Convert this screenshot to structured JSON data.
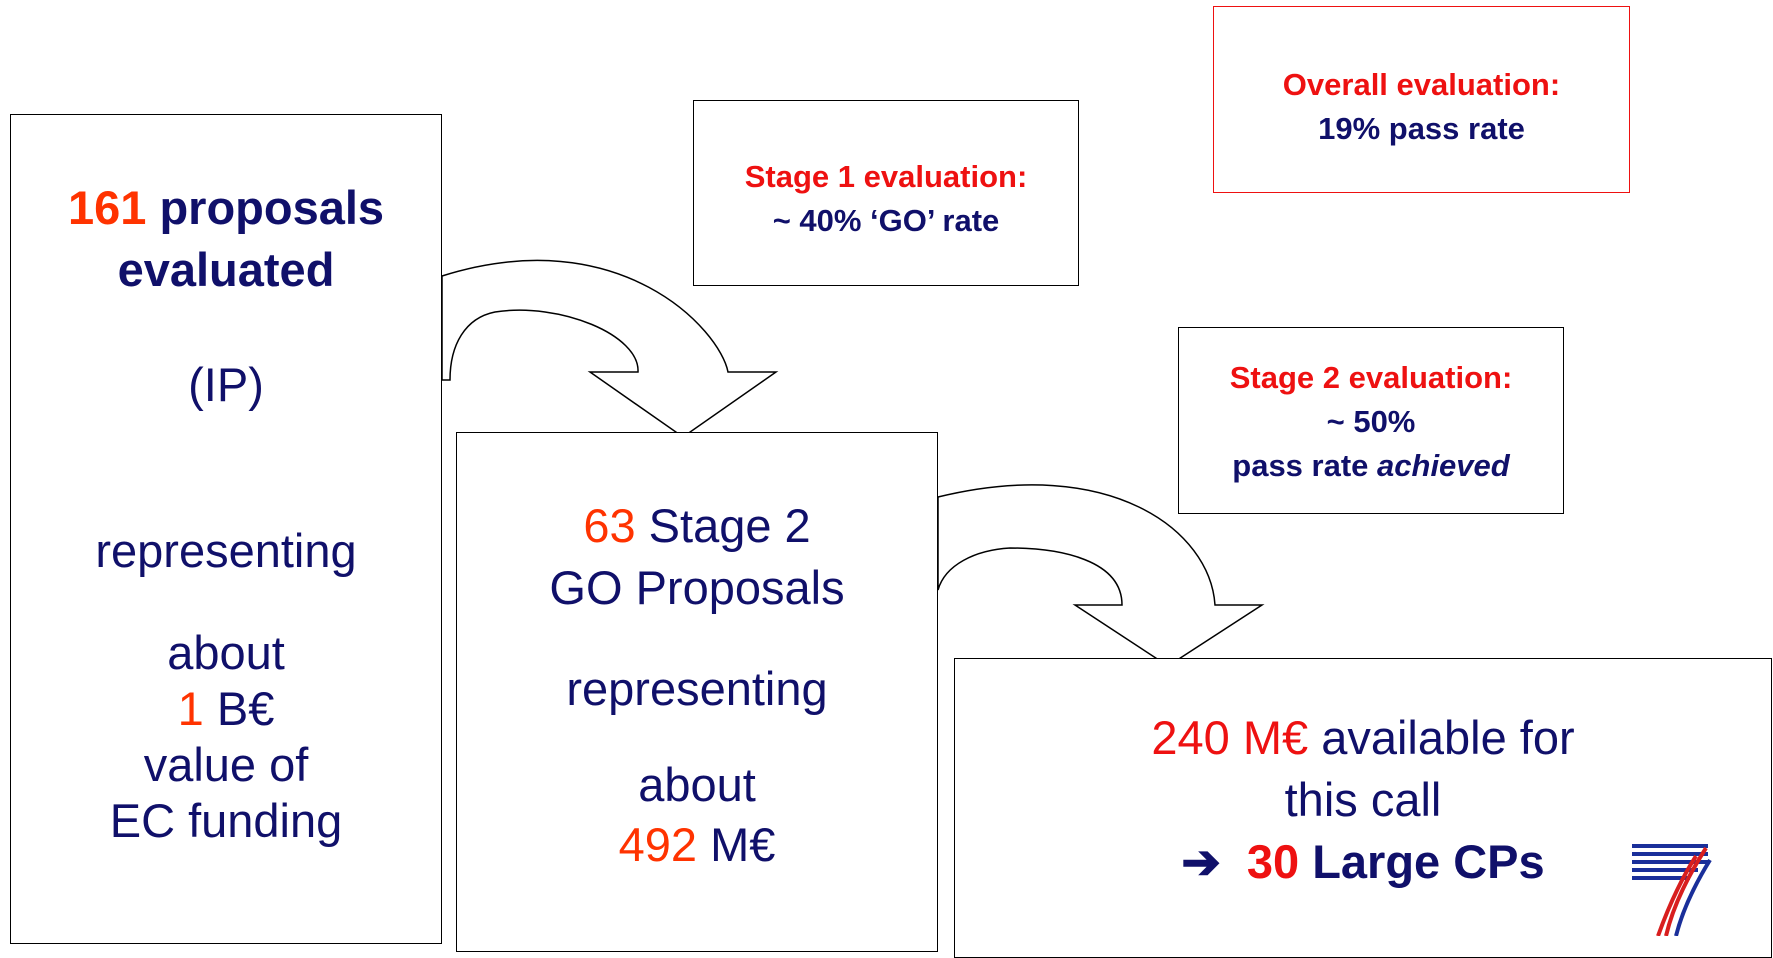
{
  "box1": {
    "count": "161",
    "count_suffix": "proposals",
    "line2": "evaluated",
    "type": "(IP)",
    "representing": "representing",
    "about": "about",
    "amount": "1",
    "amount_unit": "B€",
    "value_of": "value of",
    "ec_funding": "EC funding"
  },
  "box2": {
    "count": "63",
    "count_suffix": "Stage 2",
    "line2": "GO Proposals",
    "representing": "representing",
    "about": "about",
    "amount": "492",
    "amount_unit": "M€"
  },
  "box3": {
    "amount": "240 M€",
    "amount_suffix": "available for",
    "line2": "this call",
    "arrow": "➔",
    "count": "30",
    "count_suffix": "Large CPs"
  },
  "stage1_note": {
    "title": "Stage 1 evaluation:",
    "rate": "~ 40% ‘GO’ rate"
  },
  "overall_note": {
    "title": "Overall evaluation:",
    "rate": "19% pass rate"
  },
  "stage2_note": {
    "title": "Stage 2 evaluation:",
    "rate": "~ 50%",
    "line3_prefix": "pass rate",
    "line3_em": "achieved"
  },
  "colors": {
    "text": "#10106a",
    "highlight": "#ff3300",
    "note_title": "#ee1111",
    "logo_blue": "#1a2f9a",
    "logo_red": "#d81e1e"
  },
  "icons": [
    "curved-arrow-icon",
    "fp7-logo"
  ]
}
